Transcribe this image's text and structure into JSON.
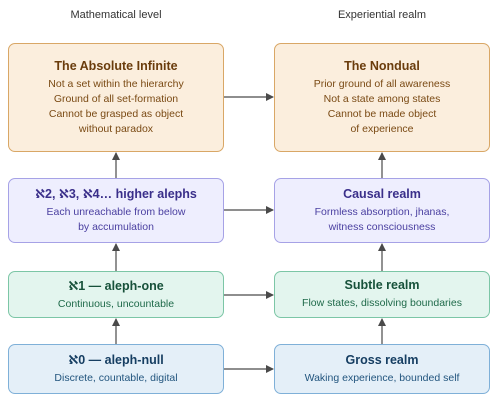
{
  "columns": {
    "left": "Mathematical level",
    "right": "Experiential realm"
  },
  "left": [
    {
      "title": "The Absolute Infinite",
      "lines": [
        "Not a set within the hierarchy",
        "Ground of all set-formation",
        "Cannot be grasped as object",
        "without paradox"
      ]
    },
    {
      "title": "ℵ2, ℵ3, ℵ4… higher alephs",
      "lines": [
        "Each unreachable from below",
        "by accumulation"
      ]
    },
    {
      "title": "ℵ1 — aleph-one",
      "lines": [
        "Continuous, uncountable"
      ]
    },
    {
      "title": "ℵ0 — aleph-null",
      "lines": [
        "Discrete, countable, digital"
      ]
    }
  ],
  "right": [
    {
      "title": "The Nondual",
      "lines": [
        "Prior ground of all awareness",
        "Not a state among states",
        "Cannot be made object",
        "of experience"
      ]
    },
    {
      "title": "Causal realm",
      "lines": [
        "Formless absorption, jhanas,",
        "witness consciousness"
      ]
    },
    {
      "title": "Subtle realm",
      "lines": [
        "Flow states, dissolving boundaries"
      ]
    },
    {
      "title": "Gross realm",
      "lines": [
        "Waking experience, bounded self"
      ]
    }
  ],
  "colors": {
    "arrow": "#4a4a4a",
    "orange_bg": "#fbeedd",
    "purple_bg": "#eeeefe",
    "green_bg": "#e3f5ee",
    "blue_bg": "#e4eff8"
  }
}
